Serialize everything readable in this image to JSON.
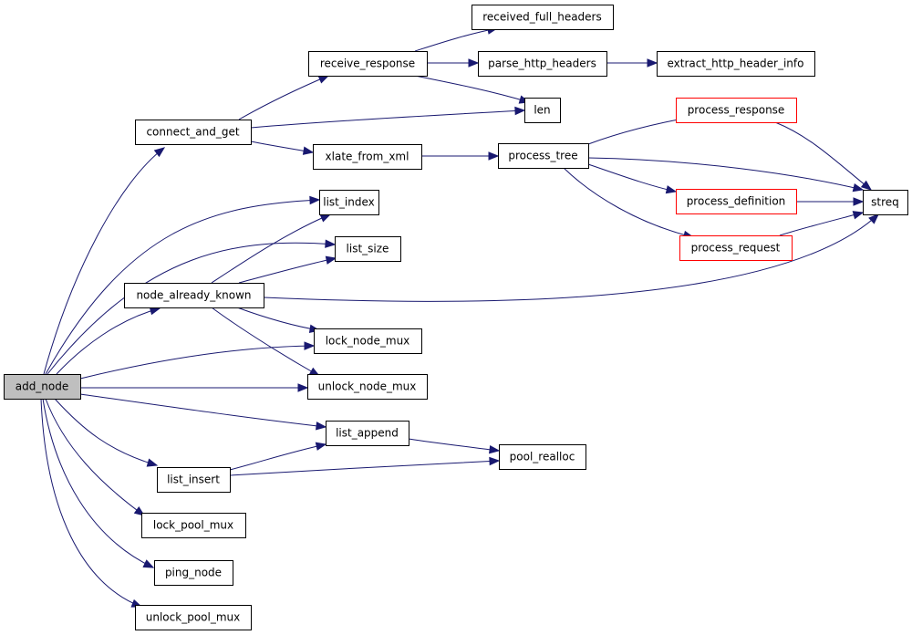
{
  "diagram": {
    "type": "call-graph",
    "colors": {
      "edge": "#191970",
      "root_fill": "#bfbfbf",
      "node_fill": "#ffffff",
      "node_border": "#000000",
      "truncated_border": "#ff0000"
    },
    "nodes": [
      {
        "id": "add_node",
        "label": "add_node",
        "style": "root"
      },
      {
        "id": "connect_and_get",
        "label": "connect_and_get",
        "style": "normal"
      },
      {
        "id": "list_index",
        "label": "list_index",
        "style": "normal"
      },
      {
        "id": "list_size",
        "label": "list_size",
        "style": "normal"
      },
      {
        "id": "node_already_known",
        "label": "node_already_known",
        "style": "normal"
      },
      {
        "id": "lock_node_mux",
        "label": "lock_node_mux",
        "style": "normal"
      },
      {
        "id": "unlock_node_mux",
        "label": "unlock_node_mux",
        "style": "normal"
      },
      {
        "id": "list_append",
        "label": "list_append",
        "style": "normal"
      },
      {
        "id": "list_insert",
        "label": "list_insert",
        "style": "normal"
      },
      {
        "id": "lock_pool_mux",
        "label": "lock_pool_mux",
        "style": "normal"
      },
      {
        "id": "ping_node",
        "label": "ping_node",
        "style": "normal"
      },
      {
        "id": "unlock_pool_mux",
        "label": "unlock_pool_mux",
        "style": "normal"
      },
      {
        "id": "receive_response",
        "label": "receive_response",
        "style": "normal"
      },
      {
        "id": "received_full_headers",
        "label": "received_full_headers",
        "style": "normal"
      },
      {
        "id": "parse_http_headers",
        "label": "parse_http_headers",
        "style": "normal"
      },
      {
        "id": "extract_http_header_info",
        "label": "extract_http_header_info",
        "style": "normal"
      },
      {
        "id": "len",
        "label": "len",
        "style": "normal"
      },
      {
        "id": "xlate_from_xml",
        "label": "xlate_from_xml",
        "style": "normal"
      },
      {
        "id": "process_tree",
        "label": "process_tree",
        "style": "normal"
      },
      {
        "id": "process_response",
        "label": "process_response",
        "style": "truncated"
      },
      {
        "id": "process_definition",
        "label": "process_definition",
        "style": "truncated"
      },
      {
        "id": "process_request",
        "label": "process_request",
        "style": "truncated"
      },
      {
        "id": "streq",
        "label": "streq",
        "style": "normal"
      },
      {
        "id": "pool_realloc",
        "label": "pool_realloc",
        "style": "normal"
      }
    ],
    "edges": [
      {
        "from": "add_node",
        "to": "connect_and_get"
      },
      {
        "from": "add_node",
        "to": "list_index"
      },
      {
        "from": "add_node",
        "to": "list_size"
      },
      {
        "from": "add_node",
        "to": "node_already_known"
      },
      {
        "from": "add_node",
        "to": "lock_node_mux"
      },
      {
        "from": "add_node",
        "to": "unlock_node_mux"
      },
      {
        "from": "add_node",
        "to": "list_append"
      },
      {
        "from": "add_node",
        "to": "list_insert"
      },
      {
        "from": "add_node",
        "to": "lock_pool_mux"
      },
      {
        "from": "add_node",
        "to": "ping_node"
      },
      {
        "from": "add_node",
        "to": "unlock_pool_mux"
      },
      {
        "from": "connect_and_get",
        "to": "receive_response"
      },
      {
        "from": "connect_and_get",
        "to": "len"
      },
      {
        "from": "connect_and_get",
        "to": "xlate_from_xml"
      },
      {
        "from": "receive_response",
        "to": "received_full_headers"
      },
      {
        "from": "receive_response",
        "to": "parse_http_headers"
      },
      {
        "from": "receive_response",
        "to": "len"
      },
      {
        "from": "parse_http_headers",
        "to": "extract_http_header_info"
      },
      {
        "from": "xlate_from_xml",
        "to": "process_tree"
      },
      {
        "from": "process_tree",
        "to": "process_response"
      },
      {
        "from": "process_tree",
        "to": "streq"
      },
      {
        "from": "process_tree",
        "to": "process_definition"
      },
      {
        "from": "process_tree",
        "to": "process_request"
      },
      {
        "from": "process_response",
        "to": "streq"
      },
      {
        "from": "process_definition",
        "to": "streq"
      },
      {
        "from": "process_request",
        "to": "streq"
      },
      {
        "from": "node_already_known",
        "to": "list_index"
      },
      {
        "from": "node_already_known",
        "to": "list_size"
      },
      {
        "from": "node_already_known",
        "to": "streq"
      },
      {
        "from": "node_already_known",
        "to": "lock_node_mux"
      },
      {
        "from": "node_already_known",
        "to": "unlock_node_mux"
      },
      {
        "from": "list_append",
        "to": "pool_realloc"
      },
      {
        "from": "list_insert",
        "to": "list_append"
      },
      {
        "from": "list_insert",
        "to": "pool_realloc"
      }
    ]
  }
}
